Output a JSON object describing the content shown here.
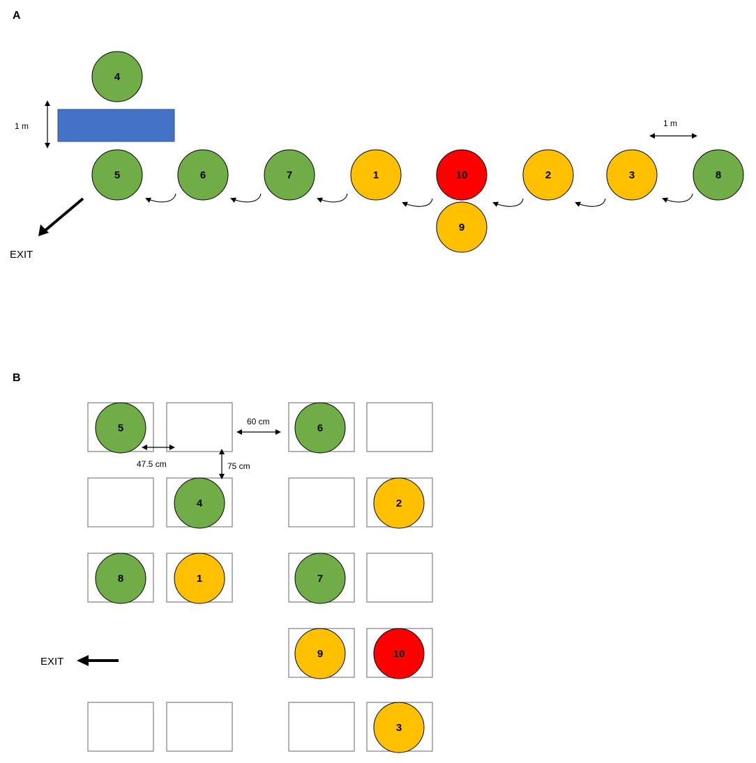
{
  "colors": {
    "green": "#70ad47",
    "yellow": "#ffc000",
    "red": "#ff0000",
    "blue": "#4472c4",
    "outline": "#000000",
    "desk_outline": "#7f7f7f"
  },
  "panel_a": {
    "label": "A",
    "exit_label": "EXIT",
    "distance_vertical": "1 m",
    "distance_horizontal": "1 m",
    "people": [
      {
        "num": "4",
        "color": "green"
      },
      {
        "num": "5",
        "color": "green"
      },
      {
        "num": "6",
        "color": "green"
      },
      {
        "num": "7",
        "color": "green"
      },
      {
        "num": "1",
        "color": "yellow"
      },
      {
        "num": "10",
        "color": "red"
      },
      {
        "num": "9",
        "color": "yellow"
      },
      {
        "num": "2",
        "color": "yellow"
      },
      {
        "num": "3",
        "color": "yellow"
      },
      {
        "num": "8",
        "color": "green"
      }
    ]
  },
  "panel_b": {
    "label": "B",
    "exit_label": "EXIT",
    "distance_60": "60 cm",
    "distance_475": "47.5 cm",
    "distance_75": "75 cm",
    "people": [
      {
        "num": "5",
        "color": "green"
      },
      {
        "num": "6",
        "color": "green"
      },
      {
        "num": "4",
        "color": "green"
      },
      {
        "num": "2",
        "color": "yellow"
      },
      {
        "num": "8",
        "color": "green"
      },
      {
        "num": "1",
        "color": "yellow"
      },
      {
        "num": "7",
        "color": "green"
      },
      {
        "num": "9",
        "color": "yellow"
      },
      {
        "num": "10",
        "color": "red"
      },
      {
        "num": "3",
        "color": "yellow"
      }
    ]
  }
}
